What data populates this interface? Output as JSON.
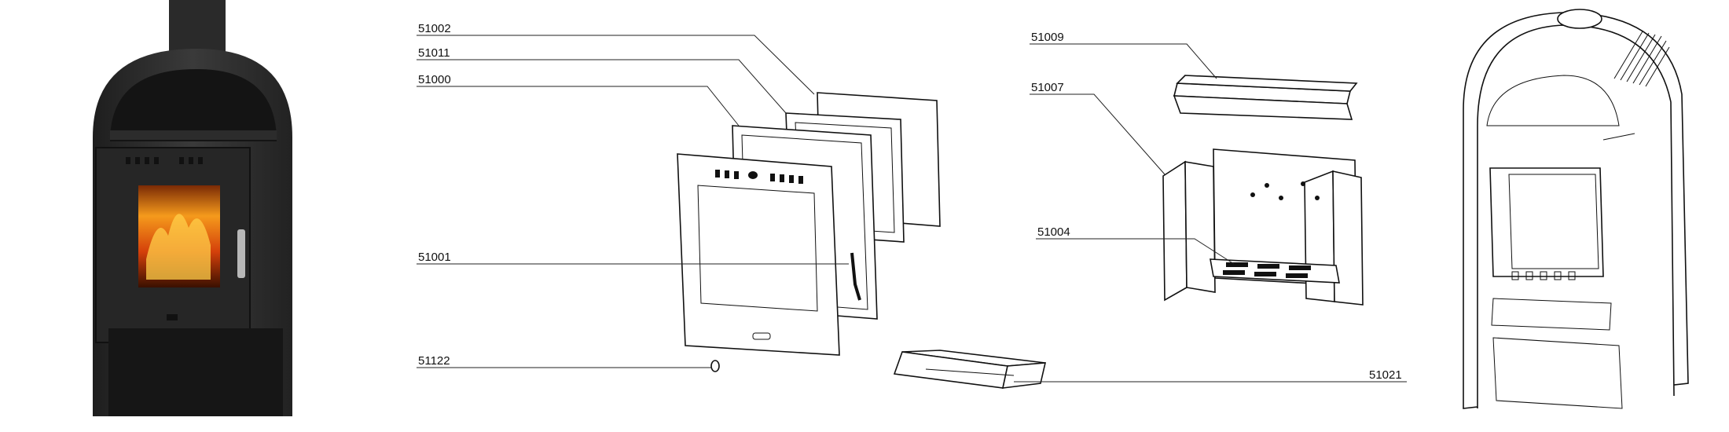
{
  "diagram": {
    "callouts": [
      {
        "id": "c-51002",
        "label": "51002"
      },
      {
        "id": "c-51011",
        "label": "51011"
      },
      {
        "id": "c-51000",
        "label": "51000"
      },
      {
        "id": "c-51001",
        "label": "51001"
      },
      {
        "id": "c-51122",
        "label": "51122"
      },
      {
        "id": "c-51009",
        "label": "51009"
      },
      {
        "id": "c-51007",
        "label": "51007"
      },
      {
        "id": "c-51004",
        "label": "51004"
      },
      {
        "id": "c-51021",
        "label": "51021"
      }
    ]
  }
}
